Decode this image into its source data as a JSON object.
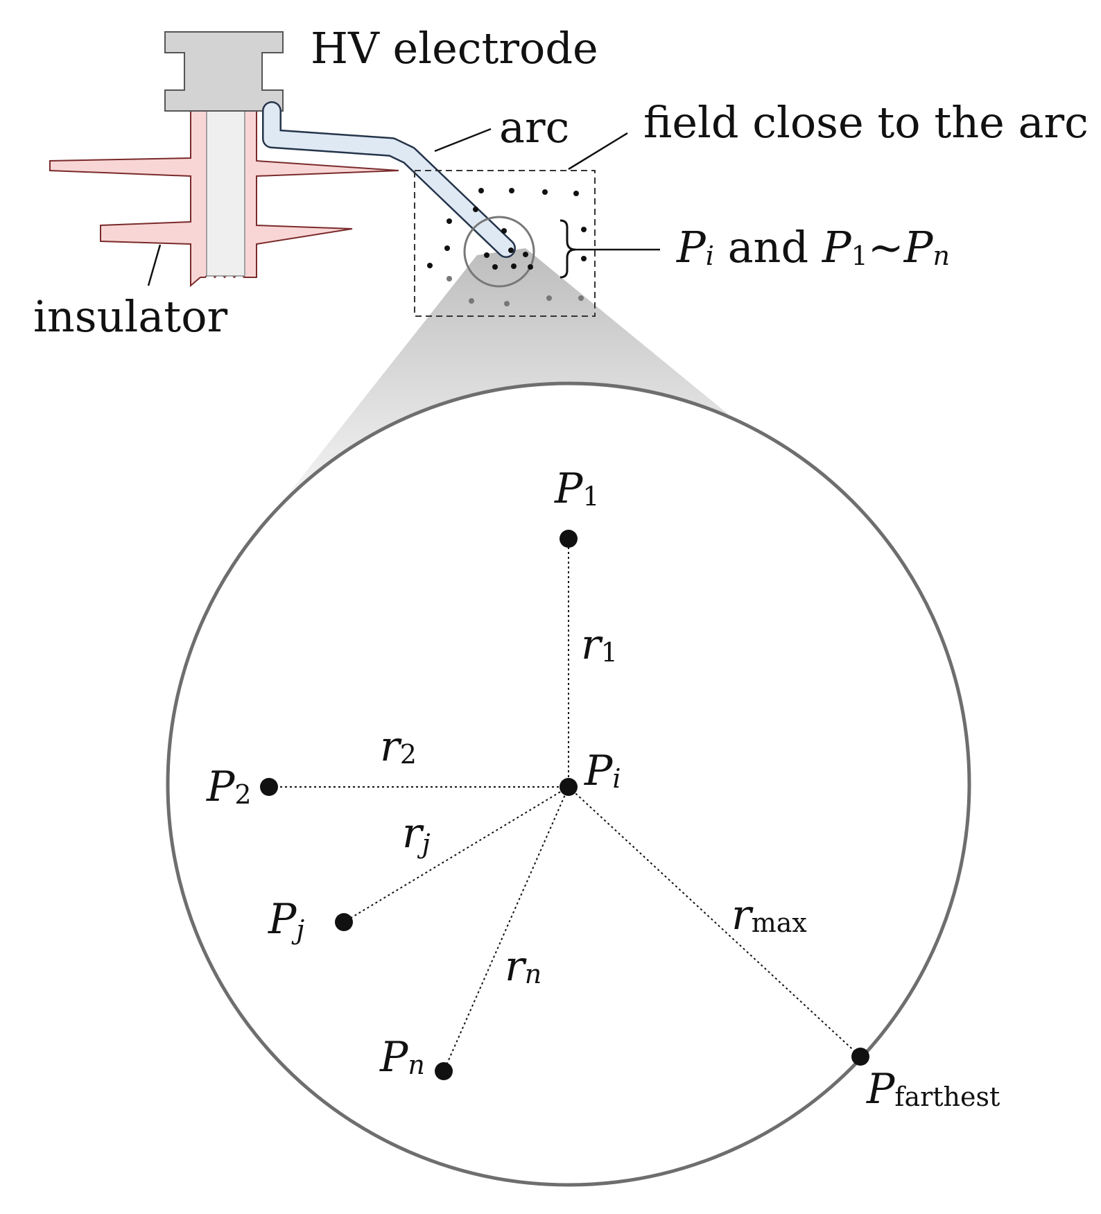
{
  "labels": {
    "hv_electrode": "HV electrode",
    "arc": "arc",
    "field": "field close to the arc",
    "insulator": "insulator",
    "pi_and": {
      "p": "P",
      "i": "i",
      "and": " and ",
      "p1": "P",
      "one": "1",
      "tilde": "~",
      "pn": "P",
      "n": "n"
    }
  },
  "points": {
    "p1": {
      "base": "P",
      "sub": "1"
    },
    "p2": {
      "base": "P",
      "sub": "2"
    },
    "pi": {
      "base": "P",
      "sub": "i"
    },
    "pj": {
      "base": "P",
      "sub": "j"
    },
    "pn": {
      "base": "P",
      "sub": "n"
    },
    "pfar": {
      "base": "P",
      "sub": "farthest"
    }
  },
  "distances": {
    "r1": {
      "base": "r",
      "sub": "1"
    },
    "r2": {
      "base": "r",
      "sub": "2"
    },
    "rj": {
      "base": "r",
      "sub": "j"
    },
    "rn": {
      "base": "r",
      "sub": "n"
    },
    "rmax": {
      "base": "r",
      "sub": "max"
    }
  },
  "colors": {
    "electrode": "#d3d3d3",
    "insulator": "#f8d6d6",
    "insulator_edge": "#7a2a2a",
    "arc_fill": "#dfe9f4",
    "arc_edge": "#24344a",
    "zoom_shade": "#cfcfcf",
    "circle": "#6e6e6e"
  }
}
